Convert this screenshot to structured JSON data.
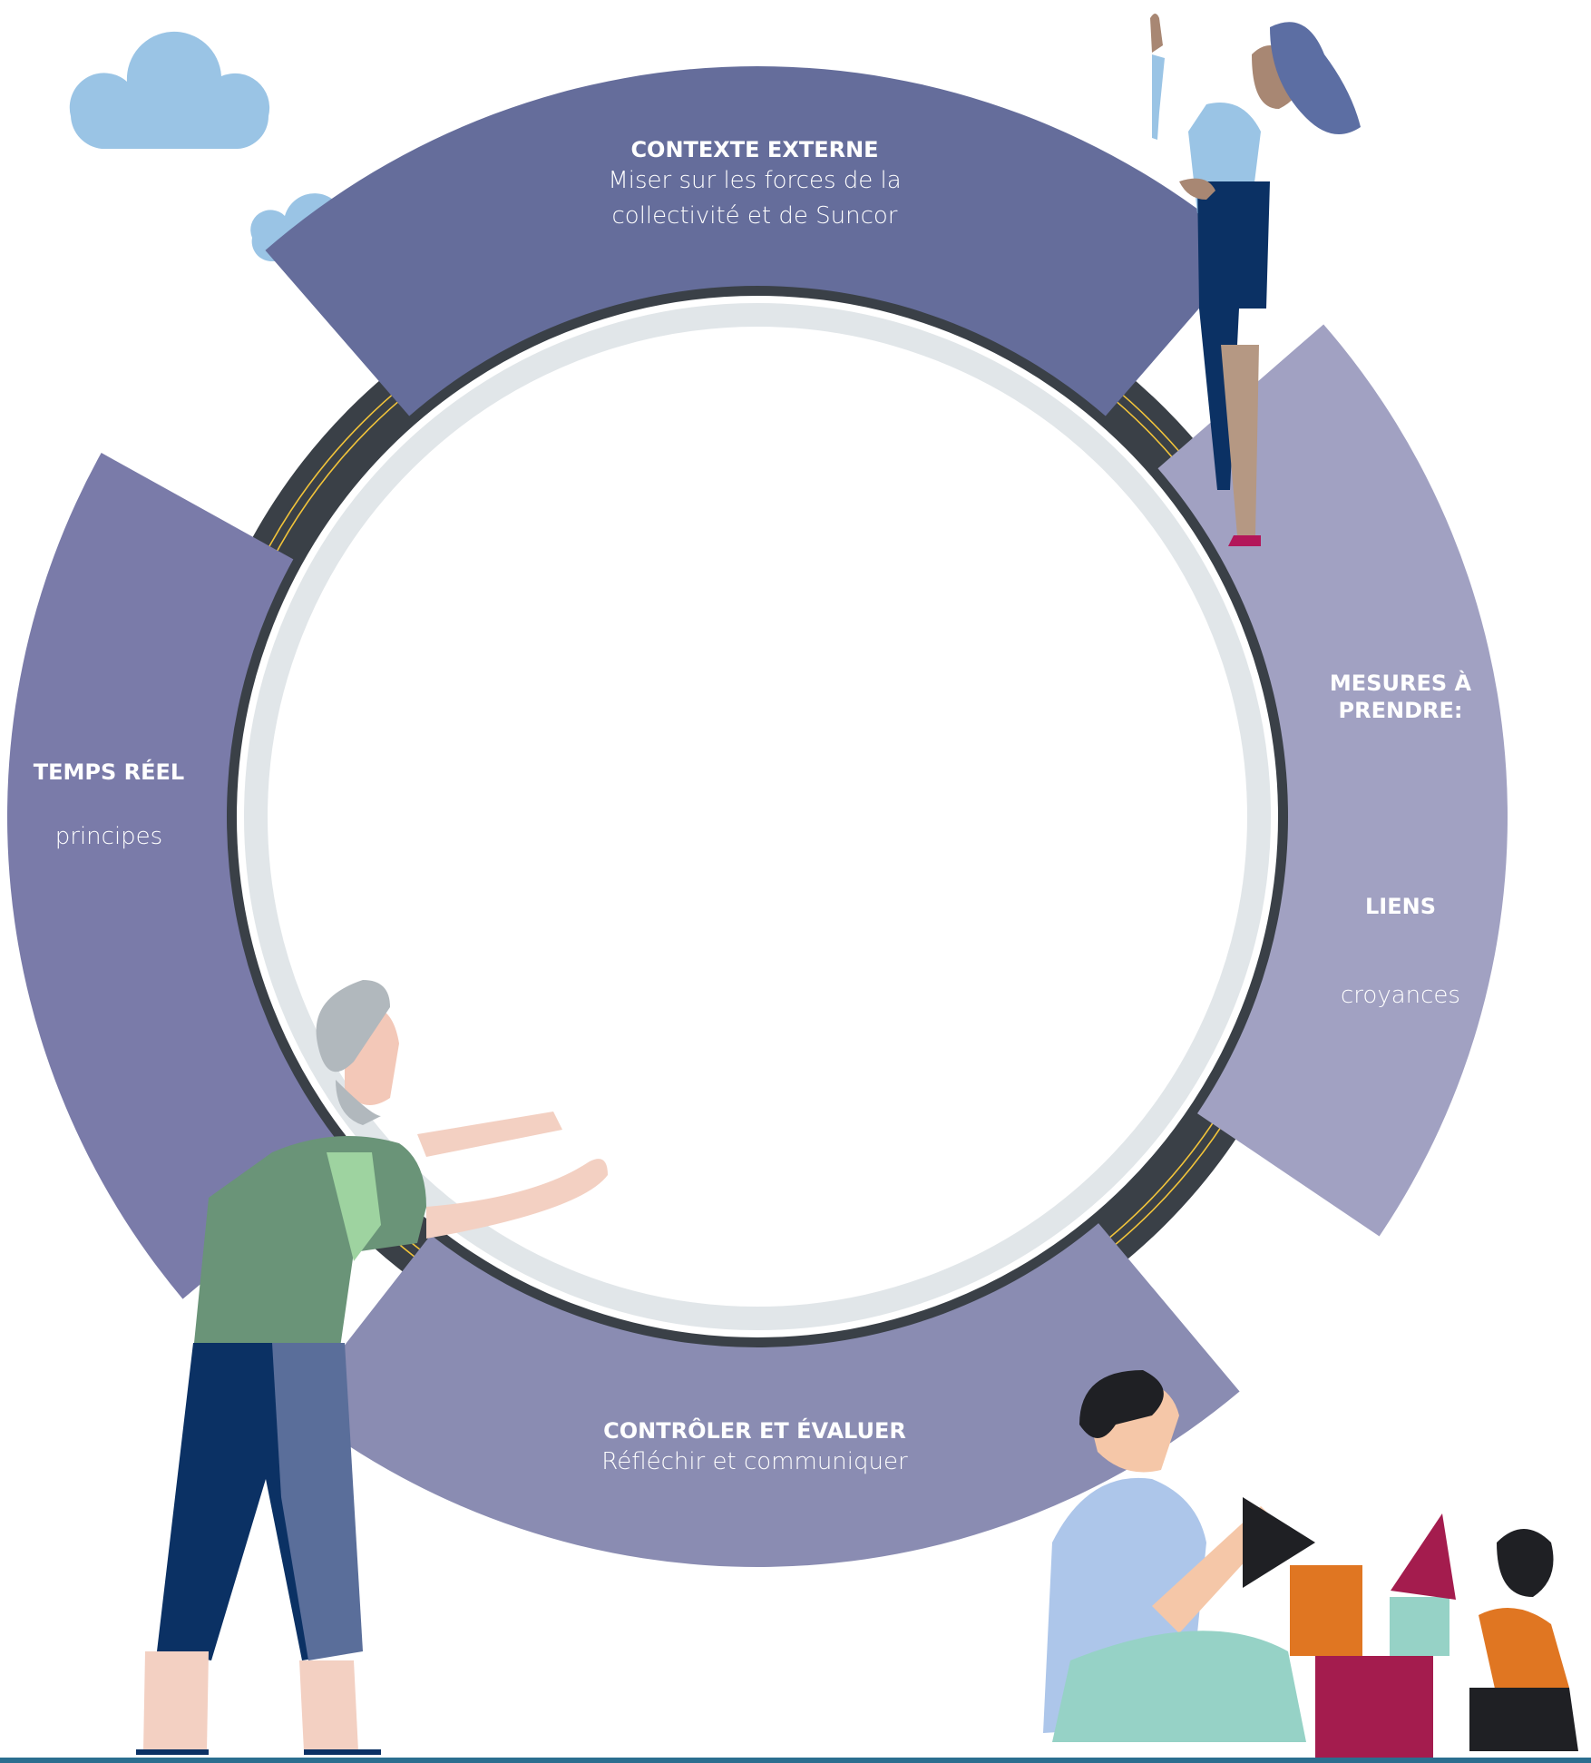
{
  "colors": {
    "segment_top": "#656d9b",
    "segment_right": "#a1a1c2",
    "segment_bottom": "#8a8cb2",
    "segment_left": "#7a7ba9",
    "road": "#3a4047",
    "road_line": "#f2c43a",
    "inner_track": "#e1e6e9",
    "cloud": "#9ac4e5",
    "ground": "#2b6e8f"
  },
  "icons": {
    "clouds": "cloud-icon",
    "woman": "woman-illustration",
    "man_pushing": "elderly-man-illustration",
    "parent_child": "parent-child-blocks-illustration"
  },
  "segments": {
    "top": {
      "title": "CONTEXTE EXTERNE",
      "line1": "Miser sur les forces de la",
      "line2": "collectivité et de Suncor"
    },
    "right": {
      "title1": "MESURES À",
      "title2": "PRENDRE:",
      "title3": "LIENS",
      "sub": "croyances"
    },
    "bottom": {
      "title": "CONTRÔLER ET ÉVALUER",
      "sub": "Réfléchir et communiquer"
    },
    "left": {
      "title": "TEMPS RÉEL",
      "sub": "principes"
    }
  }
}
